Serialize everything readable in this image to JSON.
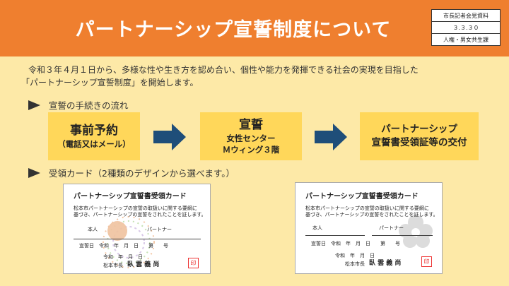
{
  "header": {
    "title": "パートナーシップ宣誓制度について",
    "meta": [
      "市長記者会見資料",
      "３.３.３０",
      "人権・男女共生課"
    ]
  },
  "intro": {
    "line1": "令和３年４月１日から、多様な性や生き方を認め合い、個性や能力を発揮できる社会の実現を目指した",
    "line2": "「パートナーシップ宣誓制度」を開始します。"
  },
  "procedure": {
    "label": "宣誓の手続きの流れ",
    "steps": [
      {
        "main": "事前予約",
        "sub": "（電話又はメール）"
      },
      {
        "main": "宣誓",
        "sub1": "女性センター",
        "sub2": "Ｍウィング３階"
      },
      {
        "main1": "パートナーシップ",
        "main2": "宣誓書受領証等の交付"
      }
    ]
  },
  "cards_section": {
    "label": "受領カード（2種類のデザインから選べます。）"
  },
  "card": {
    "title": "パートナーシップ宣誓書受領カード",
    "text1": "松本市パートナーシップの宣誓の取扱いに関する要綱に",
    "text2": "基づき、パートナーシップの宣誓をされたことを証します。",
    "person": "本人",
    "partner": "パートナー",
    "date_row": "宣誓日　令和　年　月　日　　第　　号",
    "issue_row": "令和　年　月　日",
    "mayor_title": "松本市長",
    "mayor_name": "臥 雲 義 尚",
    "seal": "印"
  },
  "colors": {
    "header": "#ef7f2f",
    "background": "#fde9a7",
    "step_box": "#ffd75a",
    "arrow": "#1f4e79"
  }
}
